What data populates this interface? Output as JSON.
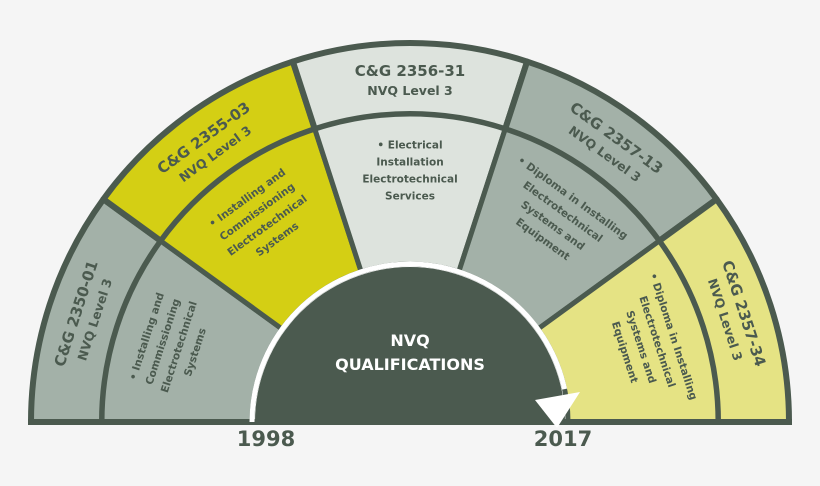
{
  "center_label": [
    "NVQ",
    "QUALIFICATIONS"
  ],
  "timeline": {
    "start": "1998",
    "end": "2017"
  },
  "colors": {
    "outline": "#4b5a4f",
    "text": "#4b5a4f",
    "center": "#4b5a4f",
    "arrow": "#ffffff"
  },
  "sectors": [
    {
      "code": "C&G 2350-01",
      "level": "NVQ Level 3",
      "description": [
        "• Installing and",
        "Commissioning",
        "Electrotechnical",
        "Systems"
      ],
      "color": "#a3b1a8"
    },
    {
      "code": "C&G 2355-03",
      "level": "NVQ Level 3",
      "description": [
        "• Installing and",
        "Commissioning",
        "Electrotechnical",
        "Systems"
      ],
      "color": "#d4cf14"
    },
    {
      "code": "C&G 2356-31",
      "level": "NVQ Level 3",
      "description": [
        "• Electrical",
        "Installation",
        "Electrotechnical",
        "Services"
      ],
      "color": "#dde3dd"
    },
    {
      "code": "C&G 2357-13",
      "level": "NVQ Level 3",
      "description": [
        "• Diploma in Installing",
        "Electrotechnical",
        "Systems and",
        "Equipment"
      ],
      "color": "#a3b1a8"
    },
    {
      "code": "C&G 2357-34",
      "level": "NVQ Level 3",
      "description": [
        "• Diploma in Installing",
        "Electrotechnical",
        "Systems and",
        "Equipment"
      ],
      "color": "#e5e384"
    }
  ]
}
